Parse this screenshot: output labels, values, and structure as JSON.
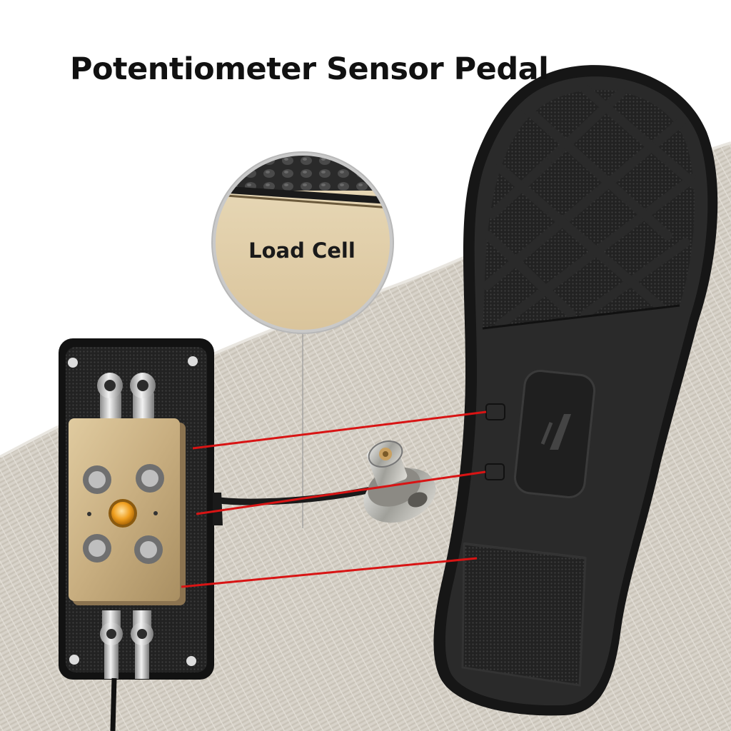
{
  "title": "Potentiometer Sensor Pedal",
  "callout": {
    "label": "Load Cell"
  },
  "colors": {
    "background_fabric": "#d6d1c8",
    "pedal_black": "#1c1c1c",
    "sensor_plate_gold": "#c9b083",
    "indicator_orange": "#f0a020",
    "connector_lines_red": "#d81414",
    "callout_fill": "#e6d3ad"
  },
  "icons": [
    "insole-pedal",
    "sensor-module",
    "rotary-potentiometer",
    "screw-icon",
    "cable-fitting-icon",
    "indicator-led-icon",
    "arch-logo-icon"
  ]
}
